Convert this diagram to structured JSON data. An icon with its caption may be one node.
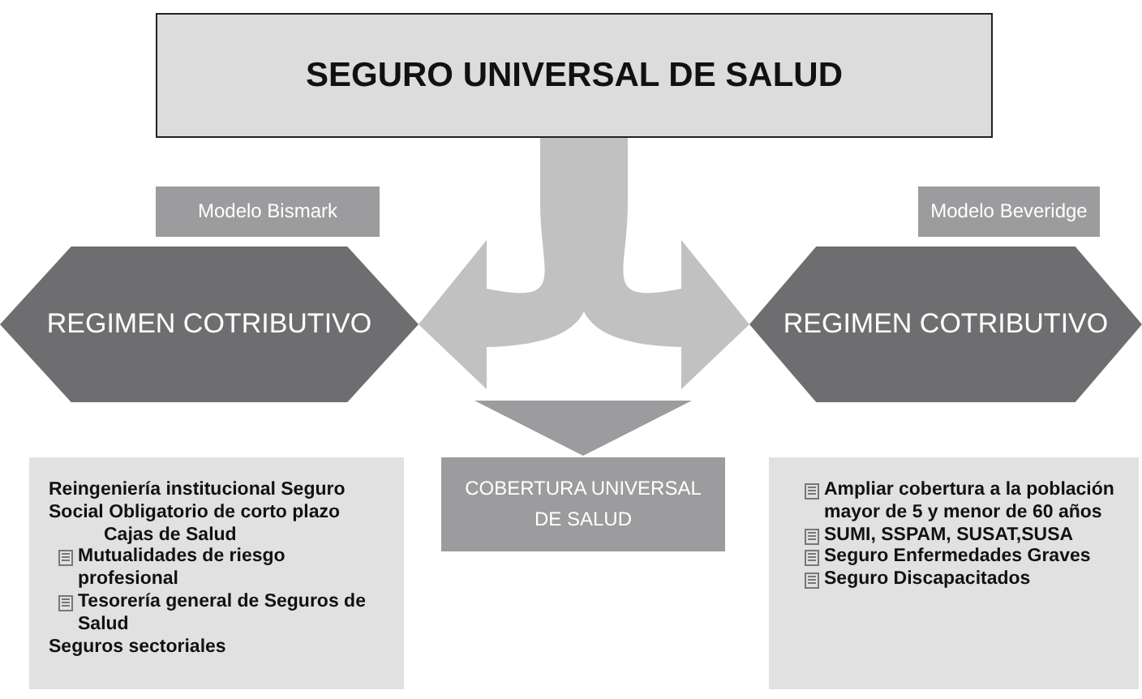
{
  "diagram": {
    "nodes": [
      {
        "text": [
          "SEGURO UNIVERSAL DE SALUD"
        ]
      },
      {
        "text": [
          "Modelo Bismark"
        ]
      },
      {
        "text": [
          "REGIMEN COTRIBUTIVO"
        ]
      },
      {
        "text": [
          "Modelo Beveridge"
        ]
      },
      {
        "text": [
          "REGIMEN COTRIBUTIVO"
        ]
      },
      {
        "text": [
          "COBERTURA UNIVERSAL DE SALUD"
        ]
      },
      {
        "text": [
          "Reingeniería institucional Seguro Social Obligatorio de corto plazo",
          "Cajas de Salud",
          "Mutualidades de riesgo profesional",
          "Tesorería general de Seguros de Salud",
          "Seguros sectoriales"
        ]
      },
      {
        "text": [
          "Ampliar cobertura a la población mayor de 5 y menor de 60 años",
          "SUMI, SSPAM, SUSAT,SUSA",
          "Seguro Enfermedades Graves",
          "Seguro Discapacitados"
        ]
      }
    ],
    "edges": [
      {
        "from": 0,
        "to": 2,
        "arrow": "to"
      },
      {
        "from": 0,
        "to": 4,
        "arrow": "to"
      },
      {
        "from": null,
        "to": 5,
        "arrow": "to"
      }
    ]
  }
}
